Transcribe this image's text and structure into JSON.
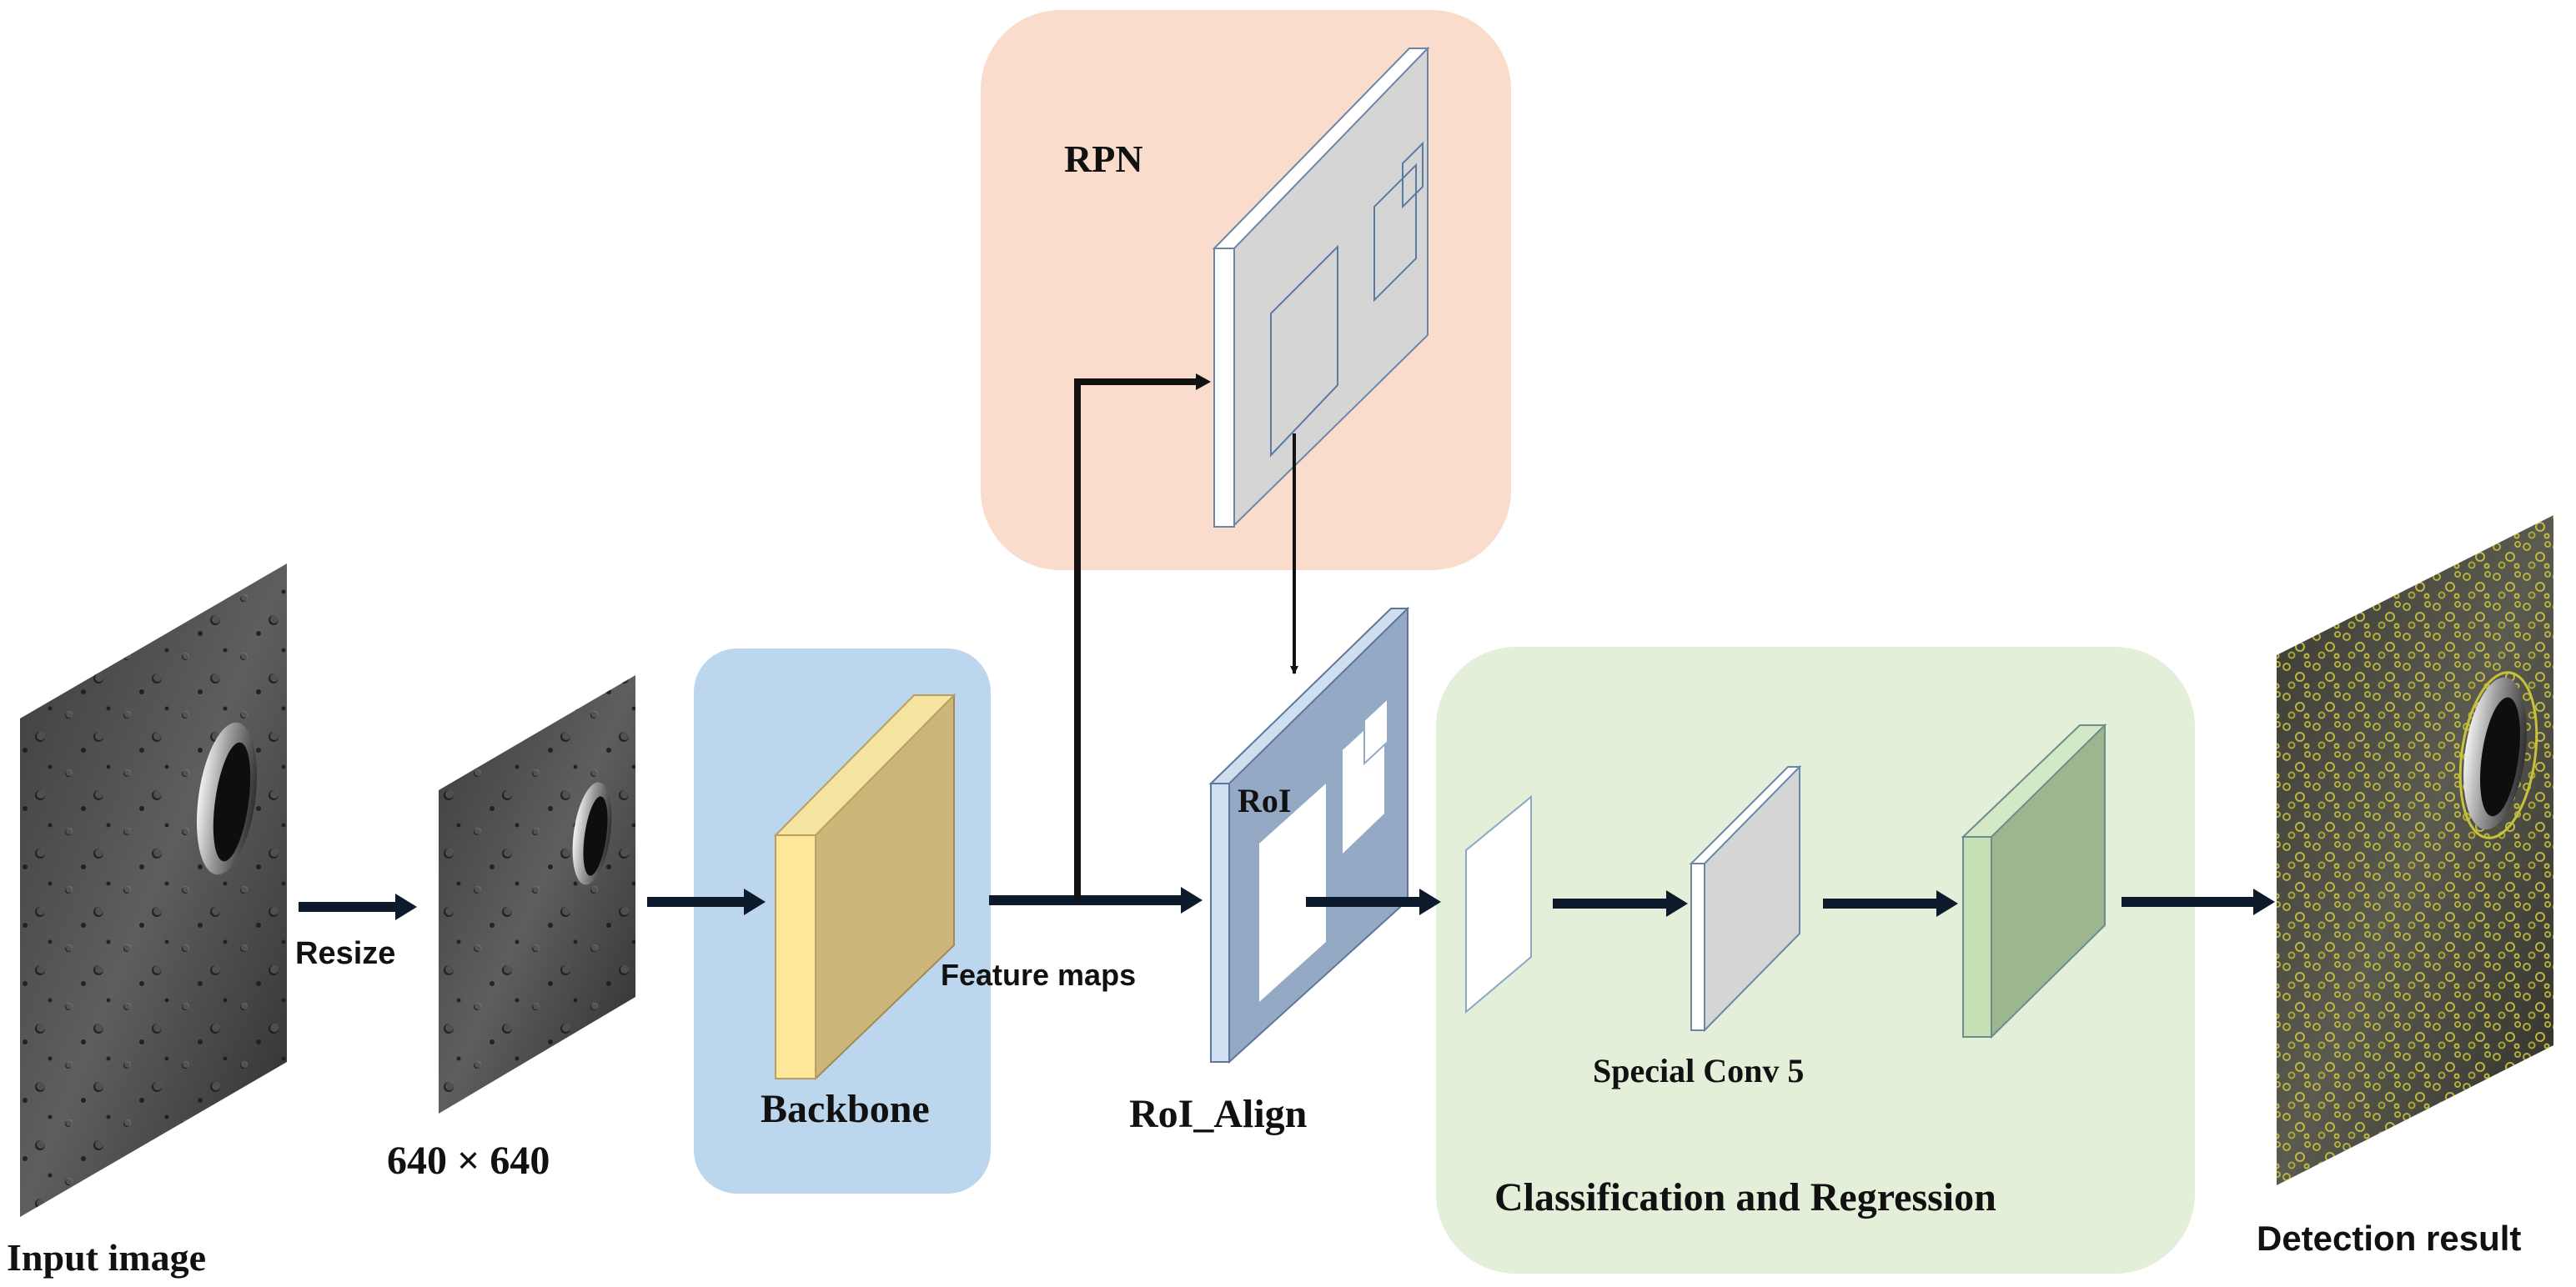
{
  "labels": {
    "input_image": "Input  image",
    "resize": "Resize",
    "resolution": "640 × 640",
    "backbone": "Backbone",
    "feature_maps": "Feature maps",
    "rpn": "RPN",
    "roi": "RoI",
    "roi_align": "RoI_Align",
    "special_conv": "Special Conv 5",
    "cls_reg": "Classification  and  Regression",
    "detection_result": "Detection result"
  },
  "colors": {
    "backbone_panel": "#bcd6ee",
    "rpn_panel": "#f9dccb",
    "cls_panel": "#e3efd9",
    "backbone_block": "#cdb67a",
    "roi_block": "#94aac4",
    "conv_block": "#d5d5d5",
    "fc_block": "#9db68f",
    "arrow": "#0d1a2b"
  },
  "icons": {
    "input": "lunar-crater-image-icon",
    "resized": "lunar-crater-image-icon",
    "result": "crater-detection-result-icon"
  }
}
